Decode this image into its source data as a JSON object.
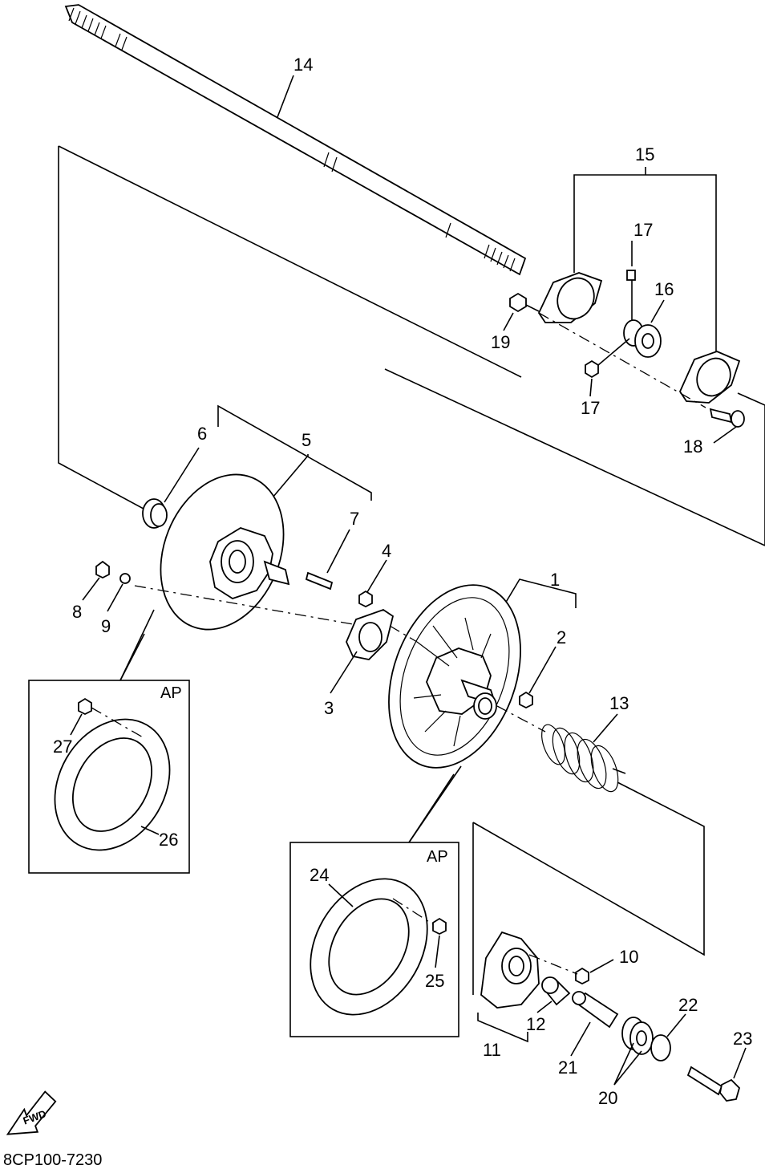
{
  "diagram": {
    "code": "8CP100-7230",
    "fwd_label": "FWD",
    "ap_box_left_label": "AP",
    "ap_box_right_label": "AP",
    "callouts": {
      "c1": "1",
      "c2": "2",
      "c3": "3",
      "c4": "4",
      "c5": "5",
      "c6": "6",
      "c7": "7",
      "c8": "8",
      "c9": "9",
      "c10": "10",
      "c11": "11",
      "c12": "12",
      "c13": "13",
      "c14": "14",
      "c15": "15",
      "c16": "16",
      "c17a": "17",
      "c17b": "17",
      "c18": "18",
      "c19": "19",
      "c20": "20",
      "c21": "21",
      "c22": "22",
      "c23": "23",
      "c24": "24",
      "c25": "25",
      "c26": "26",
      "c27": "27"
    }
  }
}
